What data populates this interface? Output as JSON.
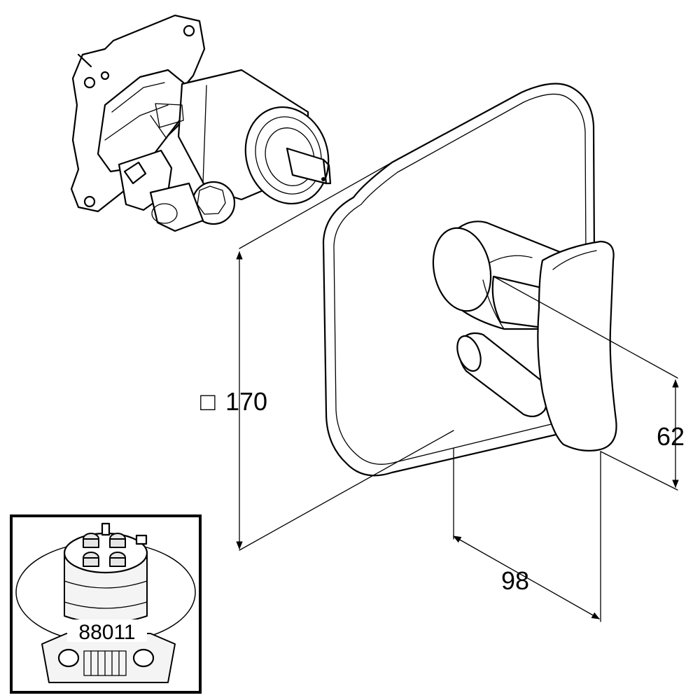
{
  "dimensions": {
    "plate_size_symbol": "□",
    "plate_size": "170",
    "depth": "98",
    "lever_height": "62"
  },
  "inset": {
    "part_number": "88011"
  }
}
